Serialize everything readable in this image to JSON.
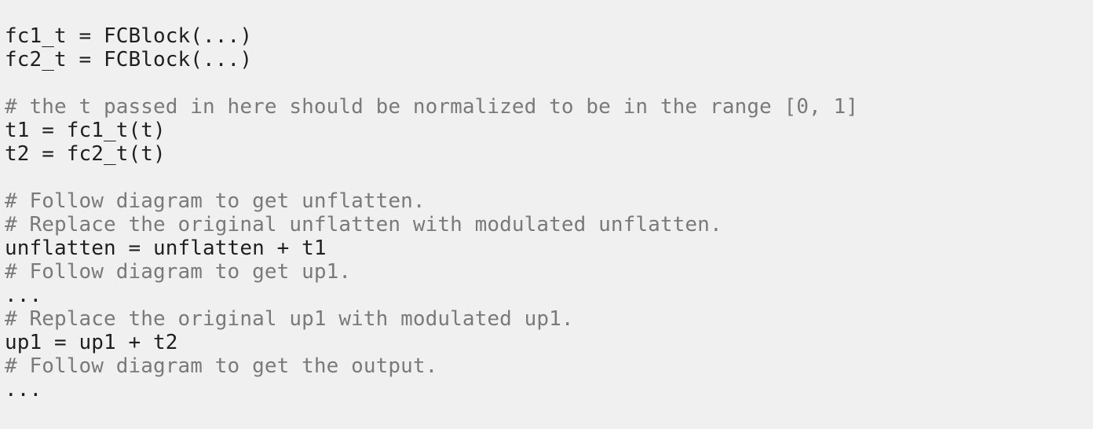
{
  "code": {
    "lines": [
      {
        "text": "fc1_t = FCBlock(...)",
        "kind": "code"
      },
      {
        "text": "fc2_t = FCBlock(...)",
        "kind": "code"
      },
      {
        "text": "",
        "kind": "blank"
      },
      {
        "text": "# the t passed in here should be normalized to be in the range [0, 1]",
        "kind": "comment"
      },
      {
        "text": "t1 = fc1_t(t)",
        "kind": "code"
      },
      {
        "text": "t2 = fc2_t(t)",
        "kind": "code"
      },
      {
        "text": "",
        "kind": "blank"
      },
      {
        "text": "# Follow diagram to get unflatten.",
        "kind": "comment"
      },
      {
        "text": "# Replace the original unflatten with modulated unflatten.",
        "kind": "comment"
      },
      {
        "text": "unflatten = unflatten + t1",
        "kind": "code"
      },
      {
        "text": "# Follow diagram to get up1.",
        "kind": "comment"
      },
      {
        "text": "...",
        "kind": "code"
      },
      {
        "text": "# Replace the original up1 with modulated up1.",
        "kind": "comment"
      },
      {
        "text": "up1 = up1 + t2",
        "kind": "code"
      },
      {
        "text": "# Follow diagram to get the output.",
        "kind": "comment"
      },
      {
        "text": "...",
        "kind": "code"
      }
    ]
  },
  "colors": {
    "background": "#f0f0f0",
    "code_text": "#1f1f1f",
    "comment_text": "#7a7a7a"
  }
}
